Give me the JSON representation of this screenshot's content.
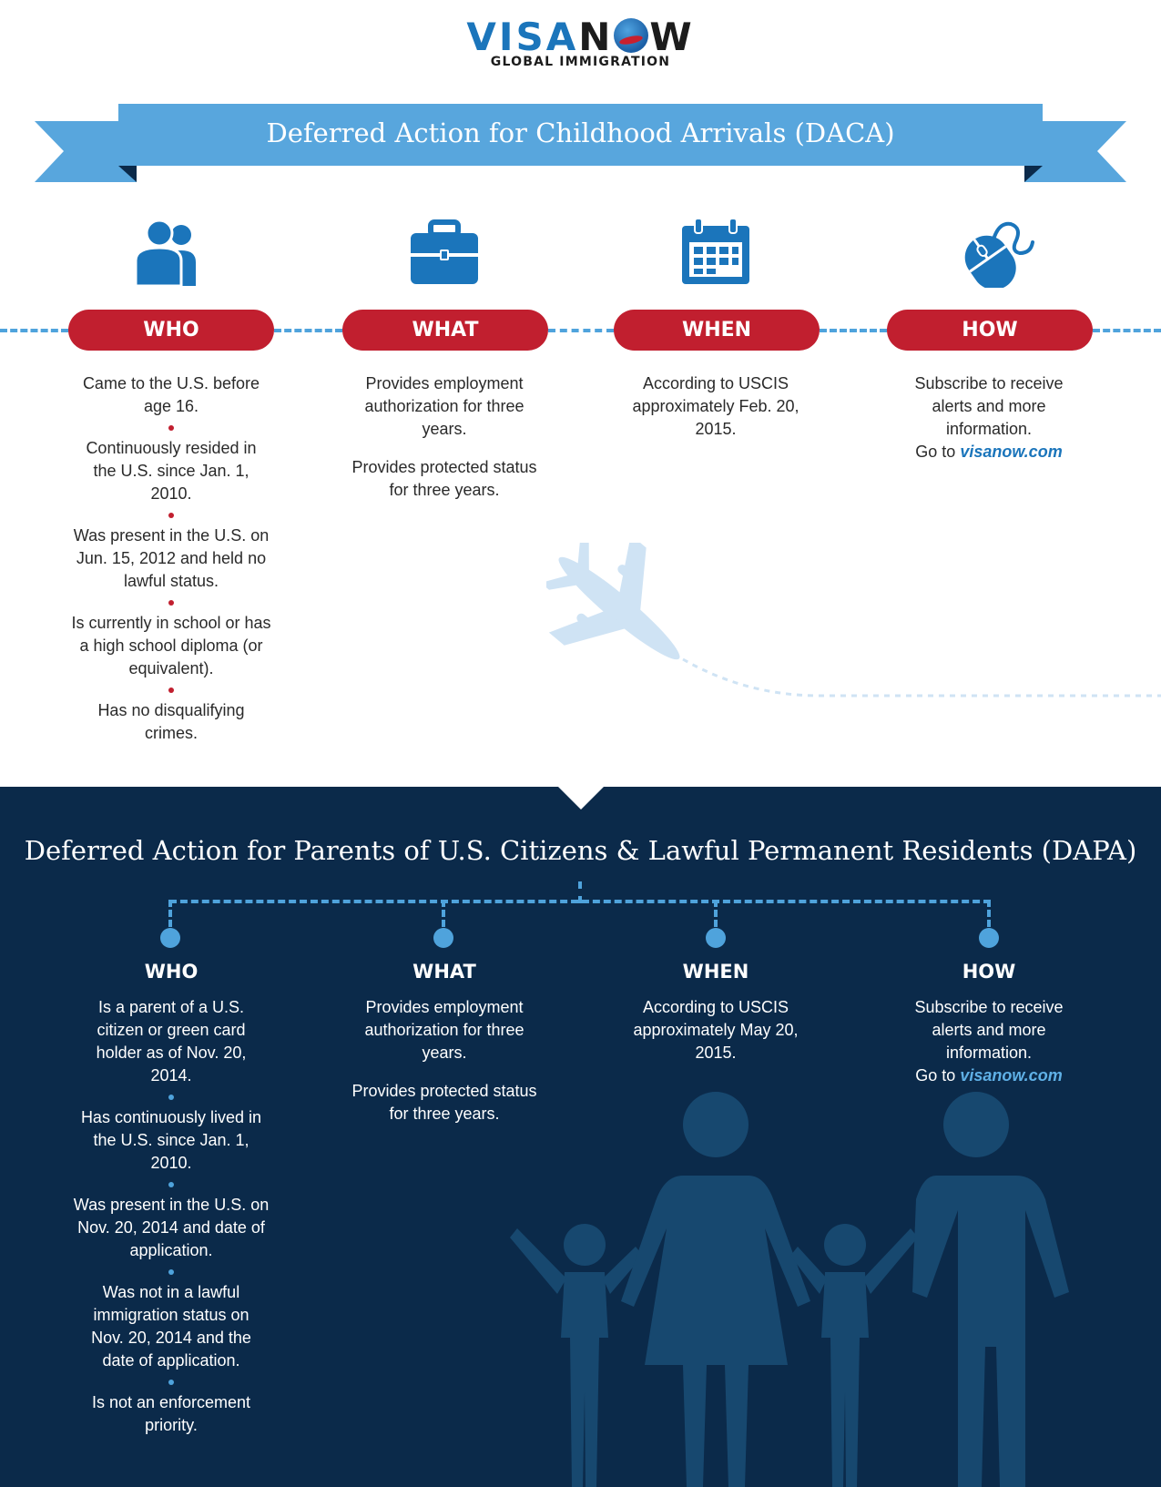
{
  "logo": {
    "word_left": "VISA",
    "word_right": "W",
    "subtitle": "GLOBAL IMMIGRATION"
  },
  "colors": {
    "brand_blue": "#1b75bb",
    "ribbon_blue": "#58a6dd",
    "accent_red": "#c11f2f",
    "navy": "#0b2a4a",
    "light_blue": "#4fa3dc"
  },
  "daca": {
    "title": "Deferred Action for Childhood Arrivals (DACA)",
    "icons": [
      "people-icon",
      "briefcase-icon",
      "calendar-icon",
      "mouse-icon"
    ],
    "who": {
      "label": "WHO",
      "items": [
        "Came to the U.S. before age 16.",
        "Continuously resided in the U.S. since Jan. 1, 2010.",
        "Was present in the U.S. on Jun. 15, 2012 and held no lawful status.",
        "Is currently in school or has a high school diploma (or equivalent).",
        "Has no disqualifying crimes."
      ]
    },
    "what": {
      "label": "WHAT",
      "items": [
        "Provides employment authorization for three years.",
        "Provides protected status for three years."
      ]
    },
    "when": {
      "label": "WHEN",
      "text": "According to USCIS approximately Feb. 20, 2015."
    },
    "how": {
      "label": "HOW",
      "text": "Subscribe to receive alerts and more information.",
      "go_to": "Go to",
      "link": "visanow.com"
    }
  },
  "dapa": {
    "title": "Deferred Action for Parents of U.S. Citizens & Lawful Permanent Residents (DAPA)",
    "who": {
      "label": "WHO",
      "items": [
        "Is a parent of a U.S. citizen or green card holder as of Nov. 20, 2014.",
        "Has continuously lived in the U.S. since Jan. 1, 2010.",
        "Was present in the U.S. on Nov. 20, 2014 and date of application.",
        "Was not in a lawful immigration status on Nov. 20, 2014 and the date of application.",
        "Is not an enforcement priority."
      ]
    },
    "what": {
      "label": "WHAT",
      "items": [
        "Provides employment authorization for three years.",
        "Provides protected status for three years."
      ]
    },
    "when": {
      "label": "WHEN",
      "text": "According to USCIS approximately May 20, 2015."
    },
    "how": {
      "label": "HOW",
      "text": "Subscribe to receive alerts and more information.",
      "go_to": "Go to",
      "link": "visanow.com"
    }
  }
}
